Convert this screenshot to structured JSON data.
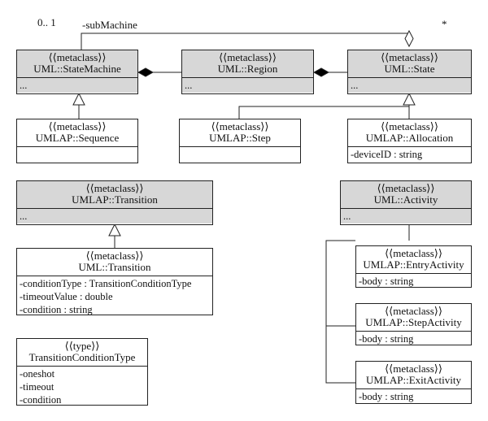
{
  "labels": {
    "multiplicity_left": "0.. 1",
    "role": "-subMachine",
    "multiplicity_right": "*"
  },
  "classes": [
    {
      "id": "statemachine",
      "stereotype": "⟨⟨metaclass⟩⟩",
      "name": "UML::StateMachine",
      "attrs": [
        "..."
      ],
      "shaded": true
    },
    {
      "id": "region",
      "stereotype": "⟨⟨metaclass⟩⟩",
      "name": "UML::Region",
      "attrs": [
        "..."
      ],
      "shaded": true
    },
    {
      "id": "state",
      "stereotype": "⟨⟨metaclass⟩⟩",
      "name": "UML::State",
      "attrs": [
        "..."
      ],
      "shaded": true
    },
    {
      "id": "sequence",
      "stereotype": "⟨⟨metaclass⟩⟩",
      "name": "UMLAP::Sequence",
      "attrs": [],
      "shaded": false
    },
    {
      "id": "step",
      "stereotype": "⟨⟨metaclass⟩⟩",
      "name": "UMLAP::Step",
      "attrs": [],
      "shaded": false
    },
    {
      "id": "allocation",
      "stereotype": "⟨⟨metaclass⟩⟩",
      "name": "UMLAP::Allocation",
      "attrs": [
        "-deviceID : string"
      ],
      "shaded": false
    },
    {
      "id": "umlaptransition",
      "stereotype": "⟨⟨metaclass⟩⟩",
      "name": "UMLAP::Transition",
      "attrs": [
        "..."
      ],
      "shaded": true
    },
    {
      "id": "umltransition",
      "stereotype": "⟨⟨metaclass⟩⟩",
      "name": "UML::Transition",
      "attrs": [
        "-conditionType : TransitionConditionType",
        "-timeoutValue : double",
        "-condition : string"
      ],
      "shaded": false
    },
    {
      "id": "activity",
      "stereotype": "⟨⟨metaclass⟩⟩",
      "name": "UML::Activity",
      "attrs": [
        "..."
      ],
      "shaded": true
    },
    {
      "id": "entry",
      "stereotype": "⟨⟨metaclass⟩⟩",
      "name": "UMLAP::EntryActivity",
      "attrs": [
        "-body : string"
      ],
      "shaded": false
    },
    {
      "id": "stepact",
      "stereotype": "⟨⟨metaclass⟩⟩",
      "name": "UMLAP::StepActivity",
      "attrs": [
        "-body : string"
      ],
      "shaded": false
    },
    {
      "id": "exit",
      "stereotype": "⟨⟨metaclass⟩⟩",
      "name": "UMLAP::ExitActivity",
      "attrs": [
        "-body : string"
      ],
      "shaded": false
    },
    {
      "id": "tct",
      "stereotype": "⟨⟨type⟩⟩",
      "name": "TransitionConditionType",
      "attrs": [
        "-oneshot",
        "-timeout",
        "-condition"
      ],
      "shaded": false
    }
  ]
}
